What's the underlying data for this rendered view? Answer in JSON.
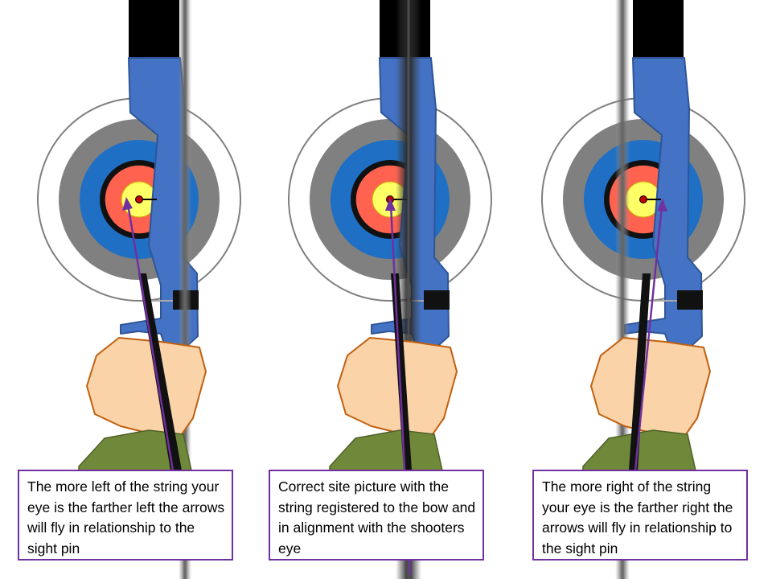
{
  "panels": [
    {
      "id": "eye-left",
      "caption": "The more left of the string your eye is the farther left the arrows will fly in relationship to the sight pin"
    },
    {
      "id": "eye-centered",
      "caption": "Correct site picture with the string registered to the bow and in alignment with the shooters eye"
    },
    {
      "id": "eye-right",
      "caption": "The more right of the string your eye is the farther right the arrows will fly in relationship to the sight pin"
    }
  ],
  "colors": {
    "target_white": "#ffffff",
    "target_gray": "#808080",
    "target_blue": "#1f6fc4",
    "target_red": "#ff6350",
    "target_gold": "#ffff66",
    "bow_riser": "#4472c4",
    "bow_outline": "#2f5597",
    "limb": "#000000",
    "string_shadow": "#7f7f7f",
    "hand": "#fbd3a8",
    "hand_outline": "#c06010",
    "sleeve": "#70883a",
    "arrow_line": "#7030a0",
    "caption_border": "#7030a0",
    "sight_pin": "#c00000"
  }
}
